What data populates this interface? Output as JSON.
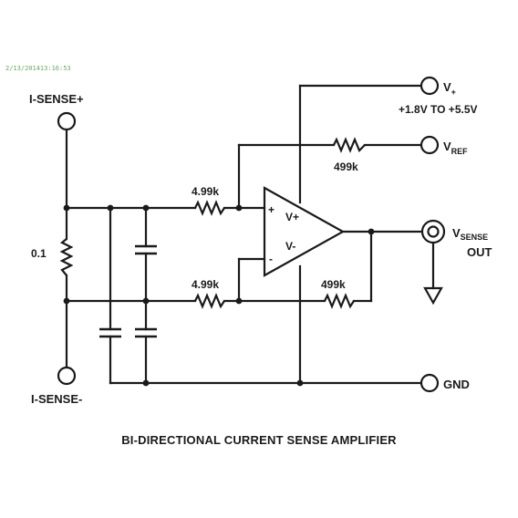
{
  "timestamp": "2/13/201413:16:53",
  "terminals": {
    "isense_plus": "I-SENSE+",
    "isense_minus": "I-SENSE-",
    "vplus_main": "V",
    "vplus_sub": "+",
    "supply_range": "+1.8V TO +5.5V",
    "vref_main": "V",
    "vref_sub": "REF",
    "vsense_main": "V",
    "vsense_sub": "SENSE",
    "vsense_out": "OUT",
    "gnd": "GND"
  },
  "components": {
    "shunt": "0.1",
    "r_in_top": "4.99k",
    "r_in_bottom": "4.99k",
    "r_ref": "499k",
    "r_feedback": "499k"
  },
  "opamp": {
    "plus_sign": "+",
    "minus_sign": "-",
    "vplus_pin": "V+",
    "vminus_pin": "V-"
  },
  "title": "BI-DIRECTIONAL CURRENT SENSE AMPLIFIER"
}
